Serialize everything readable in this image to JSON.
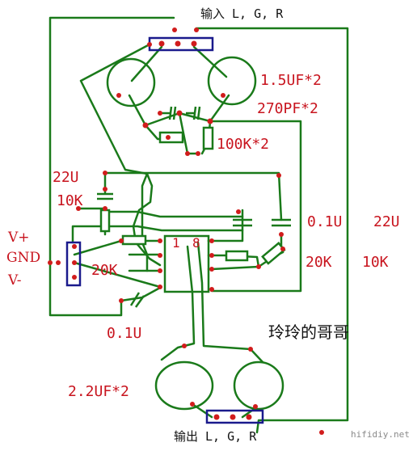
{
  "labels": {
    "input": "输入 L, G, R",
    "output": "输出 L, G, R",
    "cap_input": "1.5UF*2",
    "cap_small": "270PF*2",
    "res_100k": "100K*2",
    "cap_22u_left": "22U",
    "res_10k_left": "10K",
    "res_20k_left": "20K",
    "cap_01u_bottom": "0.1U",
    "cap_01u_right": "0.1U",
    "cap_22u_right": "22U",
    "res_20k_right": "20K",
    "res_10k_right": "10K",
    "cap_output": "2.2UF*2",
    "author": "玲玲的哥哥",
    "watermark": "hifidiy.net",
    "power_vplus": "V+",
    "power_gnd": "GND",
    "power_vminus": "V-",
    "ic_pin1": "1",
    "ic_pin8": "8"
  },
  "colors": {
    "trace": "#1a7a1a",
    "dot": "#d11c1c",
    "header": "#1a1a8c",
    "label_red": "#c8141e"
  }
}
